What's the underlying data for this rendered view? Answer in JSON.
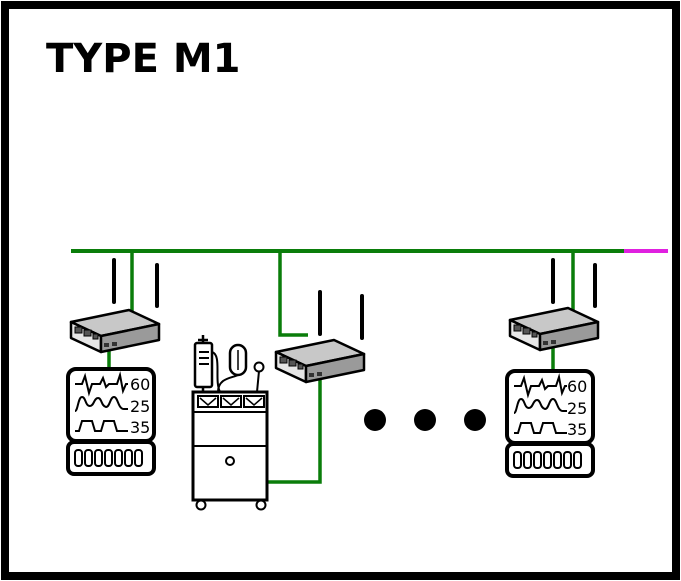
{
  "diagram": {
    "title": "TYPE M1",
    "colors": {
      "bus": "#0a7d0a",
      "bus_extension": "#e020e0",
      "outline": "#000000",
      "background": "#ffffff"
    },
    "monitors": [
      {
        "values": [
          "60",
          "25",
          "35"
        ]
      },
      {
        "values": [
          "60",
          "25",
          "35"
        ]
      }
    ],
    "keypad_icon": "keypad-icon",
    "continuation_icon": "ellipsis-dots-icon"
  }
}
